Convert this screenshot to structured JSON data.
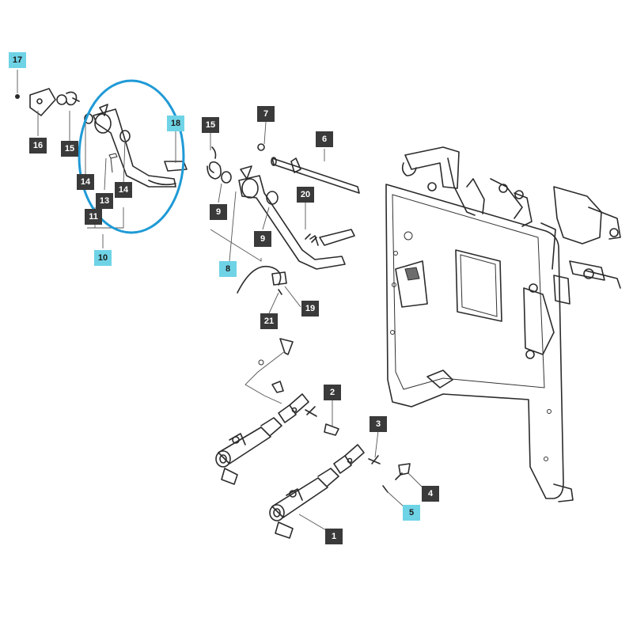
{
  "colors": {
    "callout_dark": "#3a3a3a",
    "callout_highlight": "#6fd3e6",
    "callout_text_dark": "#ffffff",
    "callout_text_highlight": "#1a1a1a",
    "highlight_ring": "#1e9ad6"
  },
  "callouts": {
    "c17": "17",
    "c16": "16",
    "c15a": "15",
    "c14a": "14",
    "c13": "13",
    "c14b": "14",
    "c11": "11",
    "c10": "10",
    "c18": "18",
    "c15b": "15",
    "c7": "7",
    "c6": "6",
    "c9a": "9",
    "c9b": "9",
    "c8": "8",
    "c20": "20",
    "c19": "19",
    "c21": "21",
    "c2": "2",
    "c3": "3",
    "c4": "4",
    "c5": "5",
    "c1": "1"
  }
}
